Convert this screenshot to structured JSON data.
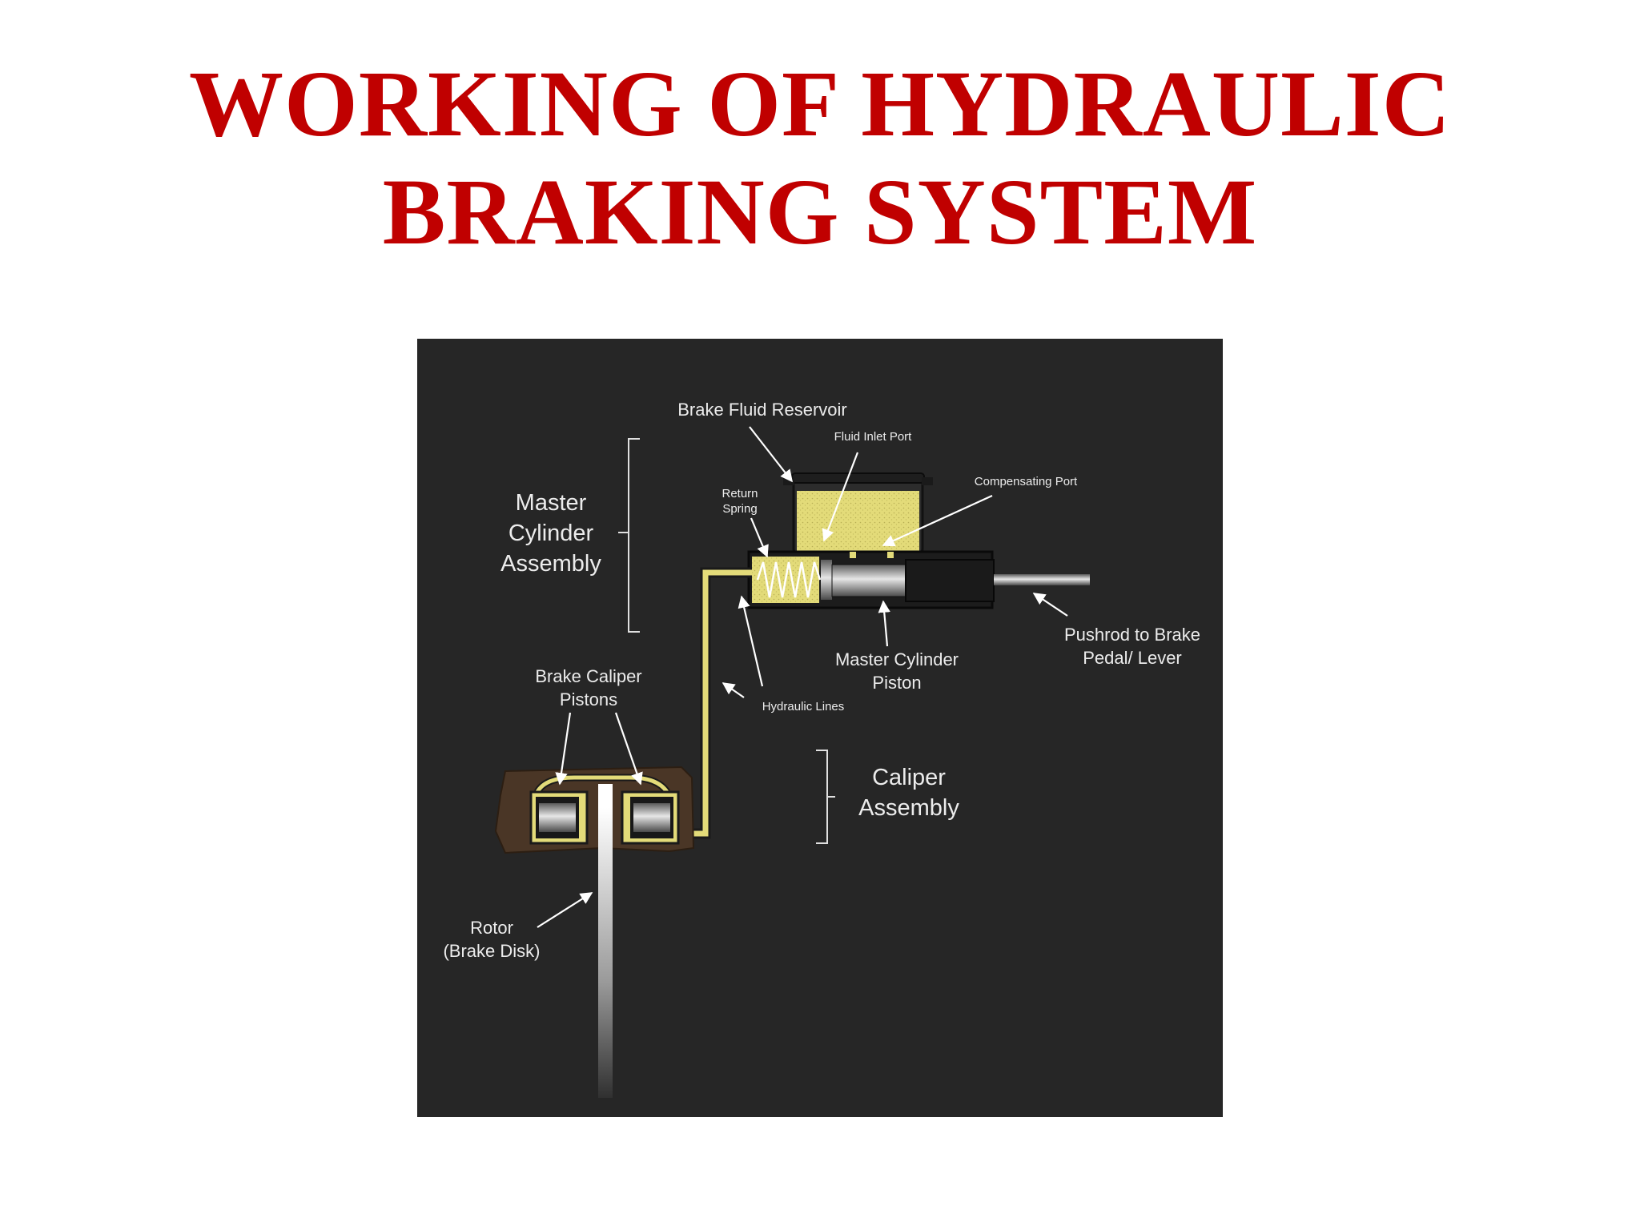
{
  "slide": {
    "title_line1": "WORKING OF HYDRAULIC",
    "title_line2": "BRAKING SYSTEM",
    "title_color": "#c00000"
  },
  "diagram": {
    "background_color": "#262626",
    "fluid_color": "#e3db79",
    "caliper_body_color": "#4a3626",
    "labels": {
      "master_cylinder_line1": "Master",
      "master_cylinder_line2": "Cylinder",
      "master_cylinder_line3": "Assembly",
      "brake_fluid_reservoir": "Brake Fluid Reservoir",
      "fluid_inlet_port": "Fluid Inlet Port",
      "return_spring_line1": "Return",
      "return_spring_line2": "Spring",
      "compensating_port": "Compensating Port",
      "pushrod_line1": "Pushrod to Brake",
      "pushrod_line2": "Pedal/ Lever",
      "master_piston_line1": "Master Cylinder",
      "master_piston_line2": "Piston",
      "hydraulic_lines": "Hydraulic Lines",
      "caliper_pistons_line1": "Brake Caliper",
      "caliper_pistons_line2": "Pistons",
      "caliper_assembly_line1": "Caliper",
      "caliper_assembly_line2": "Assembly",
      "rotor_line1": "Rotor",
      "rotor_line2": "(Brake Disk)"
    }
  }
}
